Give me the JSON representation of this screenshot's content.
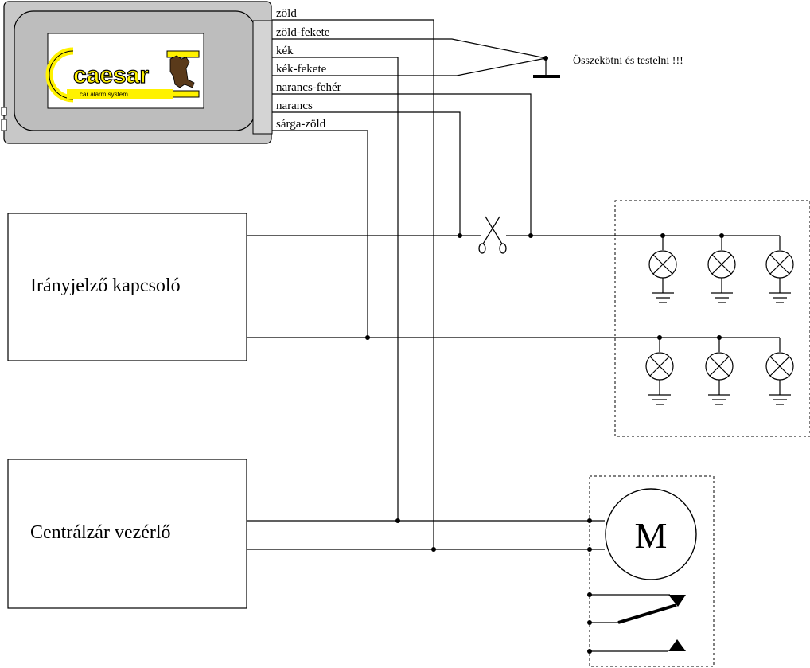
{
  "alarm_unit": {
    "logo_text": "caesar",
    "logo_subtitle": "car alarm system",
    "wires": [
      "zöld",
      "zöld-fekete",
      "kék",
      "kék-fekete",
      "narancs-fehér",
      "narancs",
      "sárga-zöld"
    ]
  },
  "note": "Összekötni és testelni !!!",
  "blocks": {
    "turn_signal_switch": "Irányjelző kapcsoló",
    "central_lock_controller": "Centrálzár vezérlő"
  },
  "motor_label": "M",
  "colors": {
    "unit_body": "#c8c8c8",
    "logo_yellow": "#fff200",
    "line": "#000000"
  },
  "icons": [
    "scissors-icon",
    "lamp-icon",
    "ground-icon",
    "motor-icon",
    "switch-icon"
  ]
}
